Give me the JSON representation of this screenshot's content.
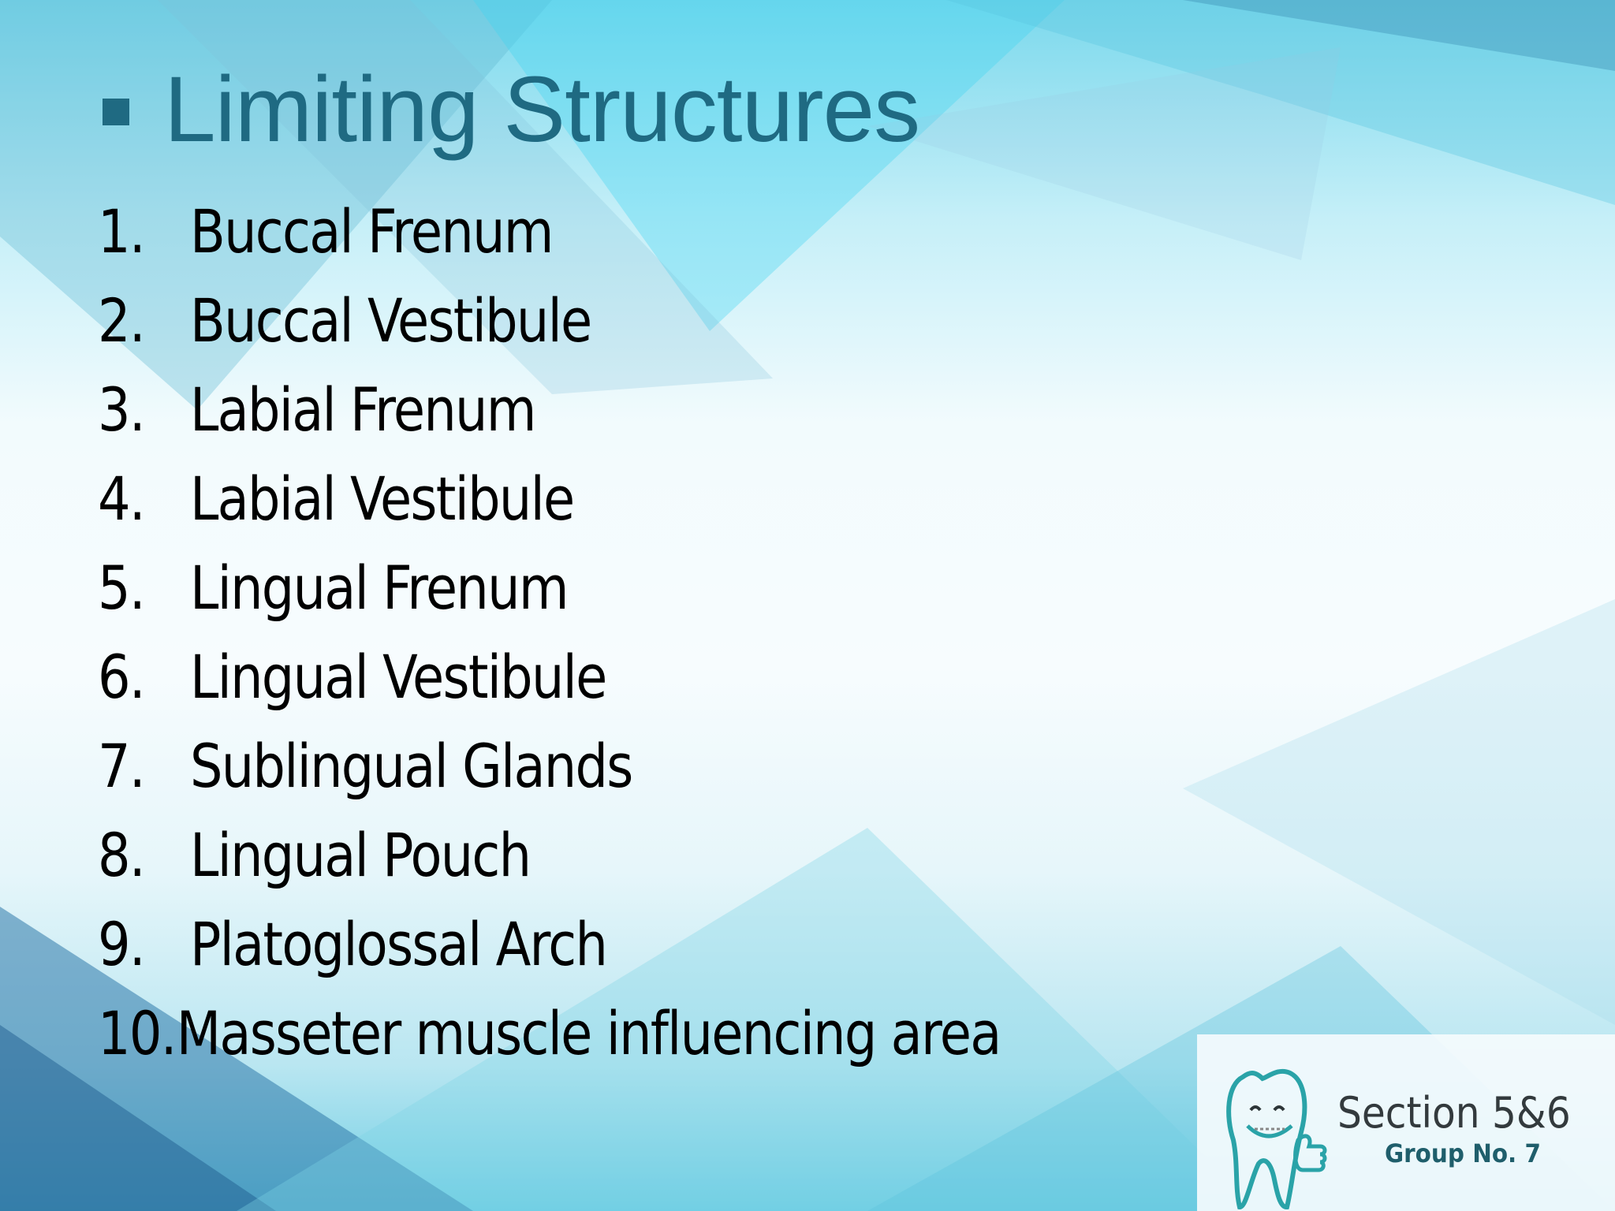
{
  "slide": {
    "title": "Limiting Structures",
    "title_bullet_icon": "square-bullet-icon",
    "items": [
      {
        "num": "1.",
        "label": "Buccal Frenum"
      },
      {
        "num": "2.",
        "label": "Buccal Vestibule"
      },
      {
        "num": "3.",
        "label": "Labial Frenum"
      },
      {
        "num": "4.",
        "label": "Labial Vestibule"
      },
      {
        "num": "5.",
        "label": "Lingual Frenum"
      },
      {
        "num": "6.",
        "label": "Lingual Vestibule"
      },
      {
        "num": "7.",
        "label": "Sublingual Glands"
      },
      {
        "num": "8.",
        "label": "Lingual Pouch"
      },
      {
        "num": "9.",
        "label": "Platoglossal Arch"
      },
      {
        "num": "10.",
        "label": "Masseter muscle influencing  area"
      }
    ]
  },
  "logo": {
    "icon": "smiling-tooth-thumbs-up-icon",
    "line1": "Section 5&6",
    "line2": "Group No. 7"
  },
  "colors": {
    "title": "#1f6a82",
    "text": "#000000",
    "logo_teal": "#2aa3a8",
    "bg_accent": "#48d8f0"
  }
}
